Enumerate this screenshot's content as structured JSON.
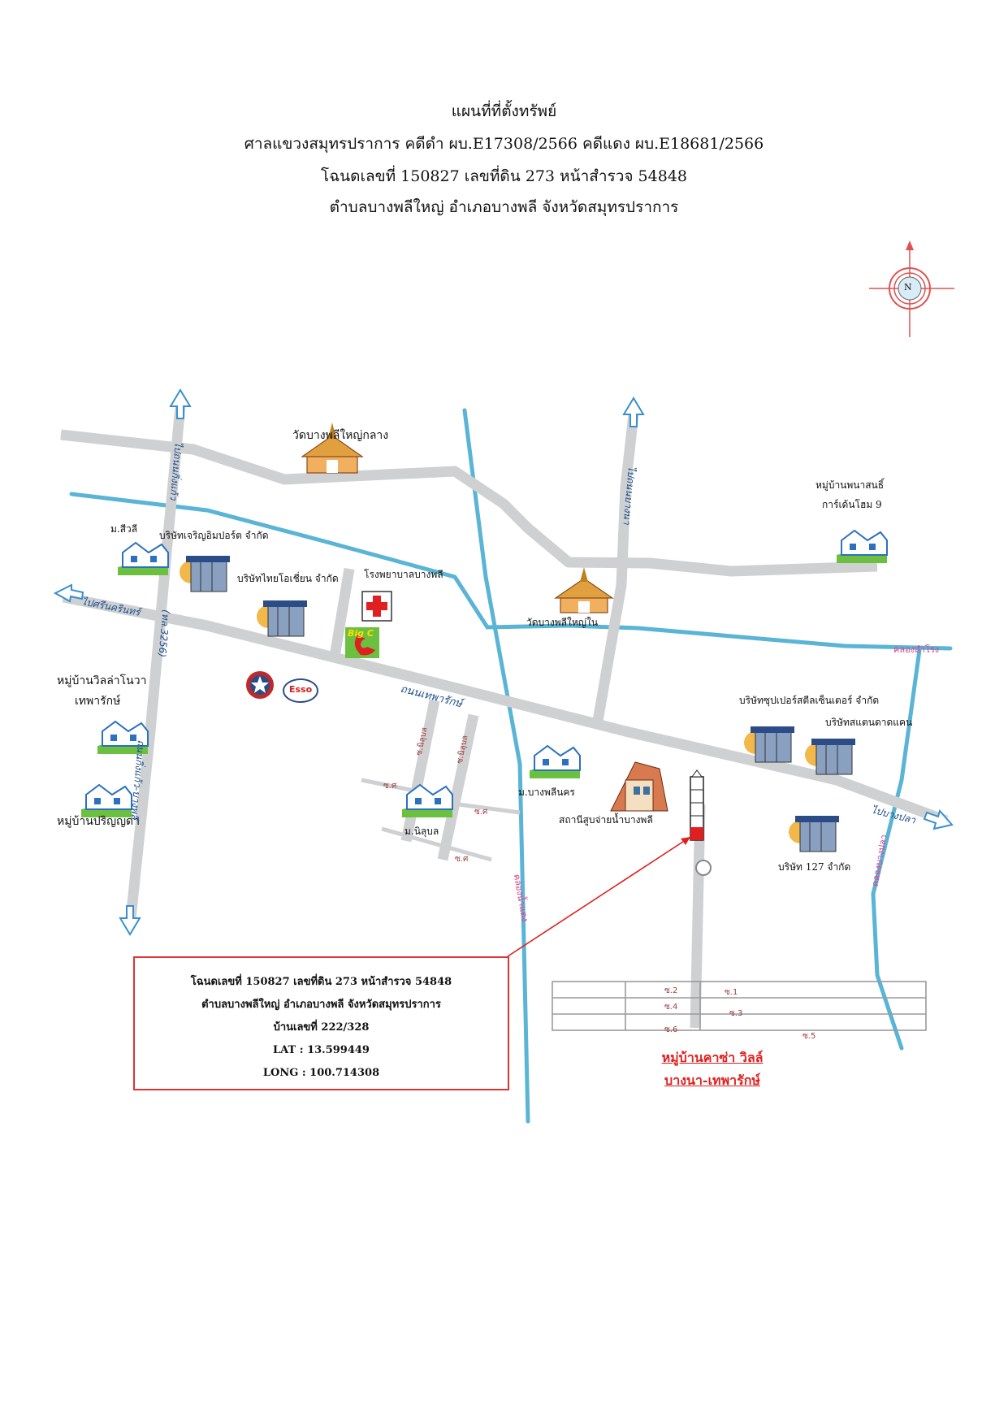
{
  "header": {
    "line1": "แผนที่ที่ตั้งทรัพย์",
    "line2": "ศาลแขวงสมุทรปราการ คดีดำ ผบ.E17308/2566 คดีแดง ผบ.E18681/2566",
    "line3": "โฉนดเลขที่ 150827 เลขที่ดิน 273 หน้าสำรวจ 54848",
    "line4": "ตำบลบางพลีใหญ่ อำเภอบางพลี จังหวัดสมุทรปราการ"
  },
  "compass": {
    "letter": "N"
  },
  "places": {
    "wat_klang": "วัดบางพลีใหญ่กลาง",
    "wat_nai": "วัดบางพลีใหญ่ใน",
    "hospital": "โรงพยาบาลบางพลี",
    "m_siwali": "ม.สีวลี",
    "charoen_import": "บริษัทเจริญอิมปอร์ต จำกัด",
    "thai_asian": "บริษัทไทยโอเชี่ยน จำกัด",
    "villa_nova_1": "หมู่บ้านวิลล่าโนวา",
    "villa_nova_2": "เทพารักษ์",
    "parinyada": "หมู่บ้านปริญญดา",
    "phanason_1": "หมู่บ้านพนาสนธิ์",
    "phanason_2": "การ์เด้นโฮม 9",
    "super_steel": "บริษัทซุปเปอร์สตีลเซ็นเตอร์ จำกัด",
    "standard_can": "บริษัทสแตนดาดแคน",
    "m_bangphli_nakhon": "ม.บางพลีนคร",
    "pumping_station": "สถานีสูบจ่ายน้ำบางพลี",
    "m_nilubon": "ม.นิลุบล",
    "company_127": "บริษัท 127 จำกัด",
    "big_c": "Big C",
    "esso": "Esso"
  },
  "roads": {
    "thepharak": "ถนนเทพารักษ์",
    "to_srinakarin": "ไปศรีนครินทร์",
    "to_bangpla": "ไปบางปลา",
    "highway_3256": "(ทล.3256)",
    "kingkaew_north": "ไปถนนกิ่งแก้ว",
    "bangna_trad_north": "ไปถนนบางนา",
    "kingkaew_south": "ถนนกิ่งแก้ว-บางพลี"
  },
  "canals": {
    "samrong": "คลองสำโรง",
    "bang_pla": "คลองบางปลา",
    "nam_daeng": "คลองน้ำแดง"
  },
  "sois": {
    "s1": "ซ.1",
    "s2": "ซ.2",
    "s3": "ซ.3",
    "s4": "ซ.4",
    "s5": "ซ.5",
    "s6": "ซ.6",
    "t1": "ซ.ศ",
    "t2": "ซ.ศ",
    "t3": "ซ.ศ",
    "nil1": "ซ.นิลุบล",
    "nil2": "ซ.นิลุบล"
  },
  "info_box": {
    "line1": "โฉนดเลขที่ 150827 เลขที่ดิน 273 หน้าสำรวจ 54848",
    "line2": "ตำบลบางพลีใหญ่ อำเภอบางพลี จังหวัดสมุทรปราการ",
    "line3": "บ้านเลขที่ 222/328",
    "line4": "LAT : 13.599449",
    "line5": "LONG : 100.714308"
  },
  "target_village": {
    "line1": "หมู่บ้านคาซ่า วิลล์",
    "line2": "บางนา-เทพารักษ์"
  },
  "colors": {
    "road": "#cfd0d2",
    "canal": "#5ab4d6",
    "marker_red": "#e02020",
    "road_arrow": "#3a8fd0"
  }
}
